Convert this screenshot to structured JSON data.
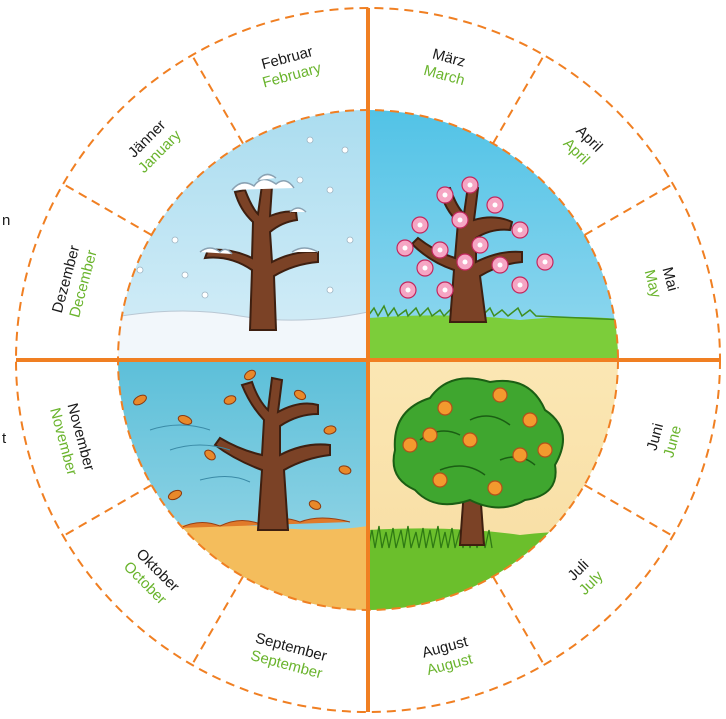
{
  "colors": {
    "ring_line": "#f07f22",
    "english_text": "#6ab42d",
    "german_text": "#1a1a1a"
  },
  "months": [
    {
      "de": "Jänner",
      "en": "January"
    },
    {
      "de": "Februar",
      "en": "February"
    },
    {
      "de": "März",
      "en": "March"
    },
    {
      "de": "April",
      "en": "April"
    },
    {
      "de": "Mai",
      "en": "May"
    },
    {
      "de": "Juni",
      "en": "June"
    },
    {
      "de": "Juli",
      "en": "July"
    },
    {
      "de": "August",
      "en": "August"
    },
    {
      "de": "September",
      "en": "September"
    },
    {
      "de": "Oktober",
      "en": "October"
    },
    {
      "de": "November",
      "en": "November"
    },
    {
      "de": "Dezember",
      "en": "December"
    }
  ],
  "seasons": [
    {
      "name": "winter-tree-scene",
      "icon": "snowy-tree-icon"
    },
    {
      "name": "spring-tree-scene",
      "icon": "blossom-tree-icon"
    },
    {
      "name": "summer-tree-scene",
      "icon": "apple-tree-icon"
    },
    {
      "name": "autumn-tree-scene",
      "icon": "autumn-leaves-tree-icon"
    }
  ],
  "edge_fragments": {
    "left_upper": "n",
    "left_lower": "t"
  }
}
